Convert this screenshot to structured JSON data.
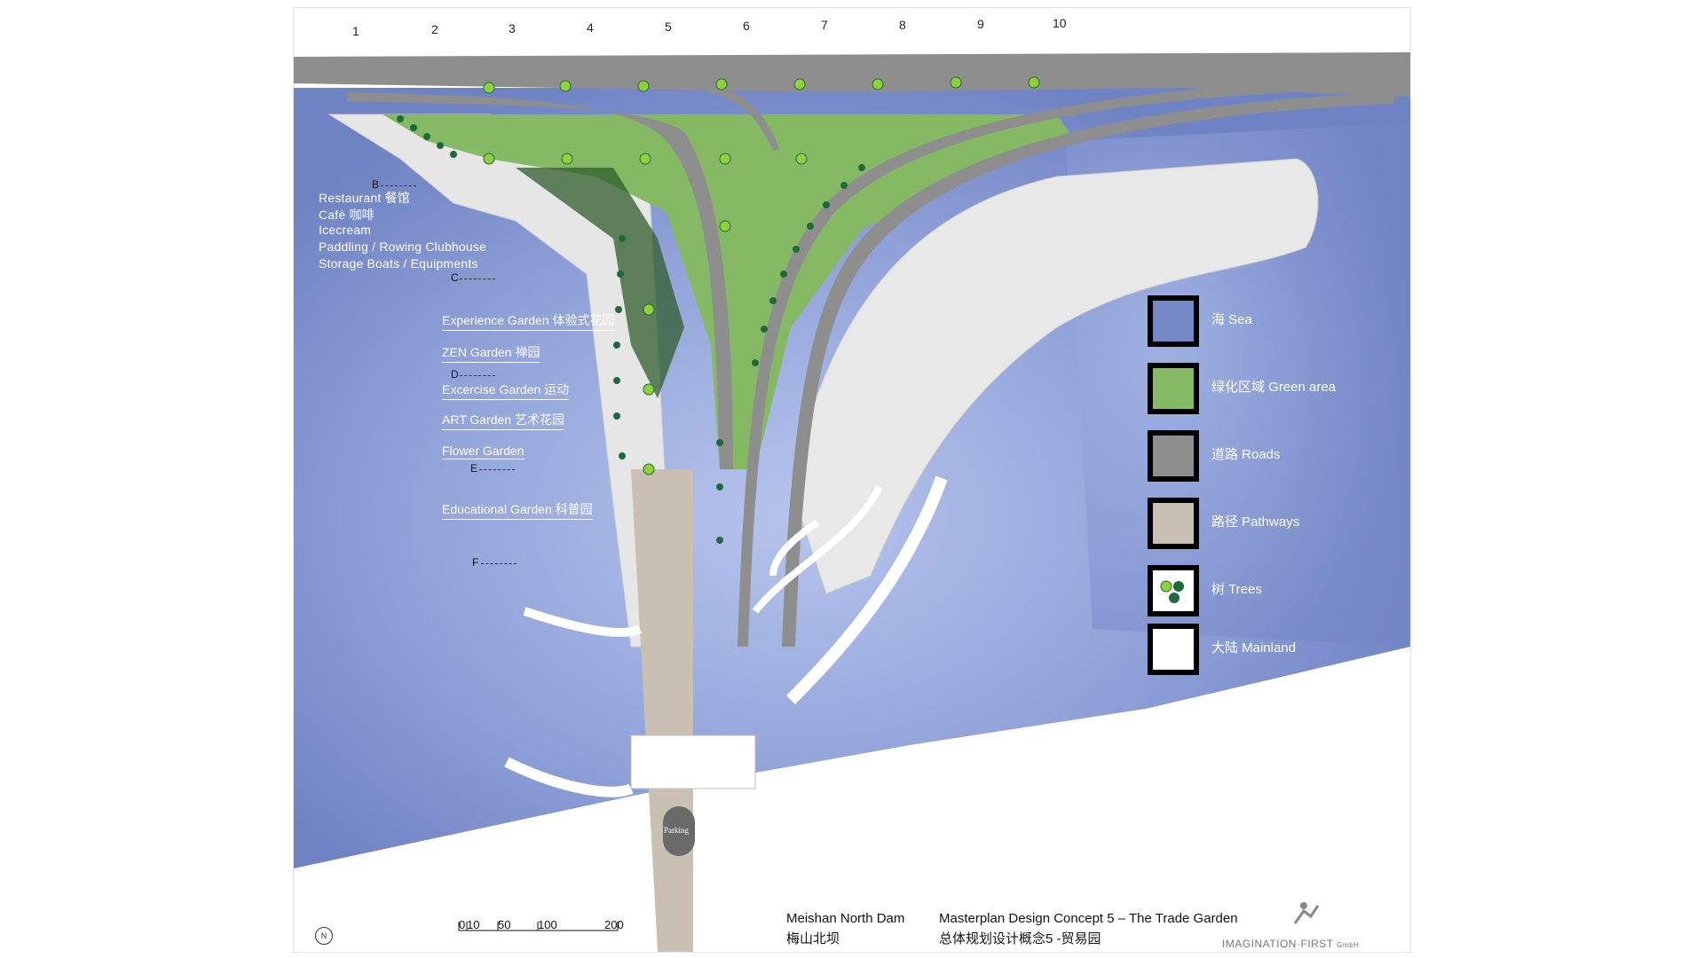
{
  "grid_numbers": [
    "1",
    "2",
    "3",
    "4",
    "5",
    "6",
    "7",
    "8",
    "9",
    "10"
  ],
  "section_letters": [
    "B",
    "C",
    "D",
    "E",
    "F"
  ],
  "restaurant_lines": [
    "Restaurant  餐馆",
    "Cafè  咖啡",
    "Icecream",
    "Paddling / Rowing Clubhouse",
    "Storage Boats / Equipments"
  ],
  "gardens": [
    "Experience Garden 体验式花园",
    "ZEN Garden  禅园",
    "Excercise Garden  运动",
    "ART Garden  艺术花园",
    "Flower Garden",
    "Educational Garden  科普园"
  ],
  "legend": [
    {
      "label": "海 Sea",
      "color": "#7588c8"
    },
    {
      "label": "绿化区域 Green area",
      "color": "#86b964"
    },
    {
      "label": "道路 Roads",
      "color": "#8e8e8e"
    },
    {
      "label": "路径 Pathways",
      "color": "#c9bfb3"
    },
    {
      "label": "树 Trees",
      "color": "#ffffff"
    },
    {
      "label": "大陆 Mainland",
      "color": "#ffffff"
    }
  ],
  "parking_label": "Parking",
  "title": {
    "project_en": "Meishan North Dam",
    "project_cn": "梅山北坝",
    "concept_en": "Masterplan Design Concept 5 – The Trade Garden",
    "concept_cn": "总体规划设计概念5 -贸易园"
  },
  "scale_bar": [
    "0",
    "10",
    "50",
    "100",
    "200"
  ],
  "north_label": "N",
  "brand": {
    "main": "IMAGINATION",
    "suffix": "FIRST",
    "tail": "GmbH"
  },
  "colors": {
    "sea": "#7588c8",
    "sea_light": "#a9b8e4",
    "green": "#86b964",
    "road": "#8e8e8e",
    "pathway": "#c9bfb3",
    "mainland": "#ffffff",
    "tree_dark": "#1f6a3a",
    "tree_light": "#8fd13a"
  }
}
